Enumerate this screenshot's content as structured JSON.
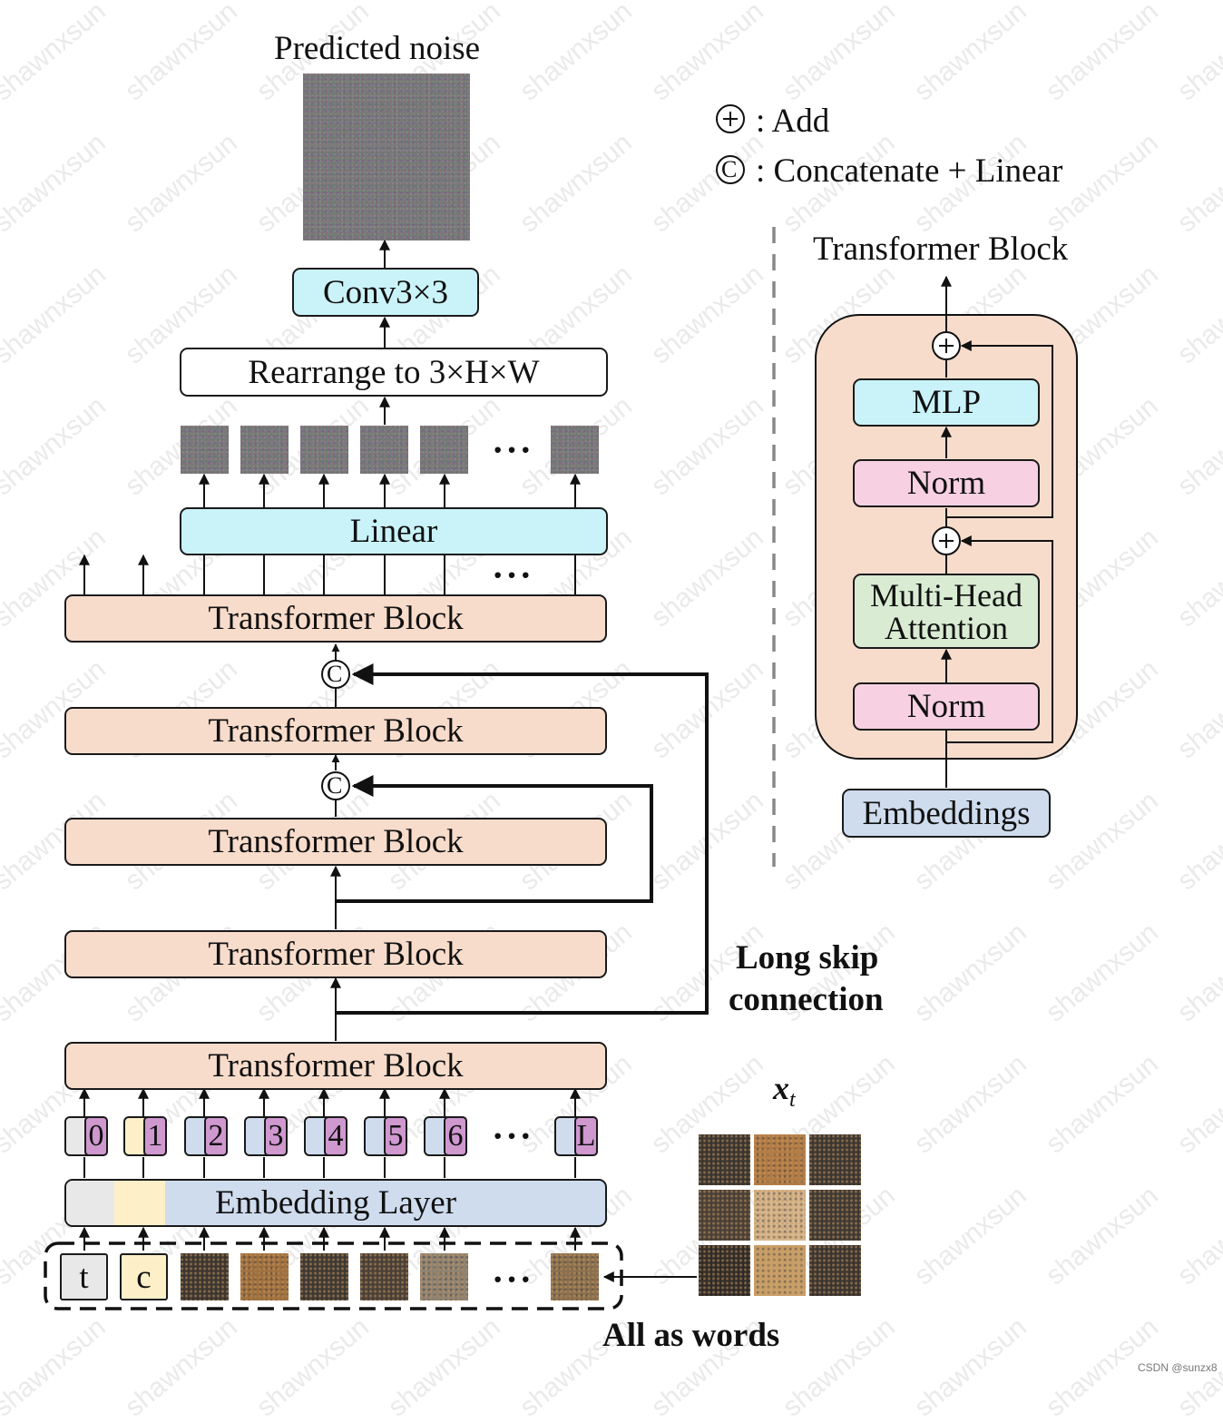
{
  "top": {
    "predicted_noise": "Predicted noise",
    "conv": "Conv3×3",
    "rearrange": "Rearrange to 3×H×W",
    "linear": "Linear",
    "dots": "···"
  },
  "main": {
    "transformer_block": "Transformer Block",
    "embedding_layer": "Embedding Layer",
    "concat_symbol": "C",
    "long_skip_line1": "Long skip",
    "long_skip_line2": "connection",
    "all_as_words": "All as words",
    "xt_label": "x",
    "xt_sub": "t",
    "tokens": [
      "0",
      "1",
      "2",
      "3",
      "4",
      "5",
      "6",
      "L"
    ],
    "token_colors": [
      "#e8e8e8",
      "#fdefc8",
      "#cfdcee",
      "#cfdcee",
      "#cfdcee",
      "#cfdcee",
      "#cfdcee",
      "#cfdcee"
    ],
    "input_t": "t",
    "input_c": "c"
  },
  "legend": {
    "add_symbol": "+",
    "add_text": ": Add",
    "concat_symbol": "C",
    "concat_text": ": Concatenate + Linear"
  },
  "detail": {
    "title": "Transformer Block",
    "mlp": "MLP",
    "norm1": "Norm",
    "mha_line1": "Multi-Head",
    "mha_line2": "Attention",
    "norm2": "Norm",
    "embeddings": "Embeddings"
  },
  "watermark": "shawnxsun",
  "footer": "CSDN @sunzx8",
  "colors": {
    "transformer_block": "#f8dccb",
    "linear_conv_mlp": "#c9f3f9",
    "norm": "#f7d1e2",
    "attention": "#d9ecd3",
    "embedding": "#cfdcee"
  }
}
